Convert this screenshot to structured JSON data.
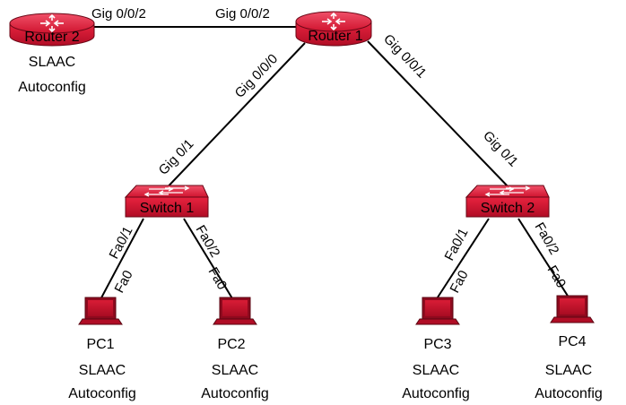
{
  "colors": {
    "device_red": "#c8102e",
    "device_dark": "#8e0a1e",
    "link": "#000000"
  },
  "routers": {
    "r1": {
      "label": "Router 1",
      "icon": "router-icon"
    },
    "r2": {
      "label": "Router 2",
      "icon": "router-icon",
      "note_line1": "SLAAC",
      "note_line2": "Autoconfig"
    }
  },
  "switches": {
    "s1": {
      "label": "Switch 1",
      "icon": "switch-icon"
    },
    "s2": {
      "label": "Switch 2",
      "icon": "switch-icon"
    }
  },
  "pcs": [
    {
      "label": "PC1",
      "note_line1": "SLAAC",
      "note_line2": "Autoconfig",
      "icon": "laptop-icon"
    },
    {
      "label": "PC2",
      "note_line1": "SLAAC",
      "note_line2": "Autoconfig",
      "icon": "laptop-icon"
    },
    {
      "label": "PC3",
      "note_line1": "SLAAC",
      "note_line2": "Autoconfig",
      "icon": "laptop-icon"
    },
    {
      "label": "PC4",
      "note_line1": "SLAAC",
      "note_line2": "Autoconfig",
      "icon": "laptop-icon"
    }
  ],
  "ports": {
    "r2_to_r1_r2side": "Gig 0/0/2",
    "r2_to_r1_r1side": "Gig 0/0/2",
    "r1_to_s1_r1side": "Gig 0/0/0",
    "r1_to_s1_s1side": "Gig 0/1",
    "r1_to_s2_r1side": "Gig 0/0/1",
    "r1_to_s2_s2side": "Gig 0/1",
    "s1_to_pc1_s1side": "Fa0/1",
    "s1_to_pc1_pcside": "Fa0",
    "s1_to_pc2_s1side": "Fa0/2",
    "s1_to_pc2_pcside": "Fa0",
    "s2_to_pc3_s2side": "Fa0/1",
    "s2_to_pc3_pcside": "Fa0",
    "s2_to_pc4_s2side": "Fa0/2",
    "s2_to_pc4_pcside": "Fa0"
  }
}
